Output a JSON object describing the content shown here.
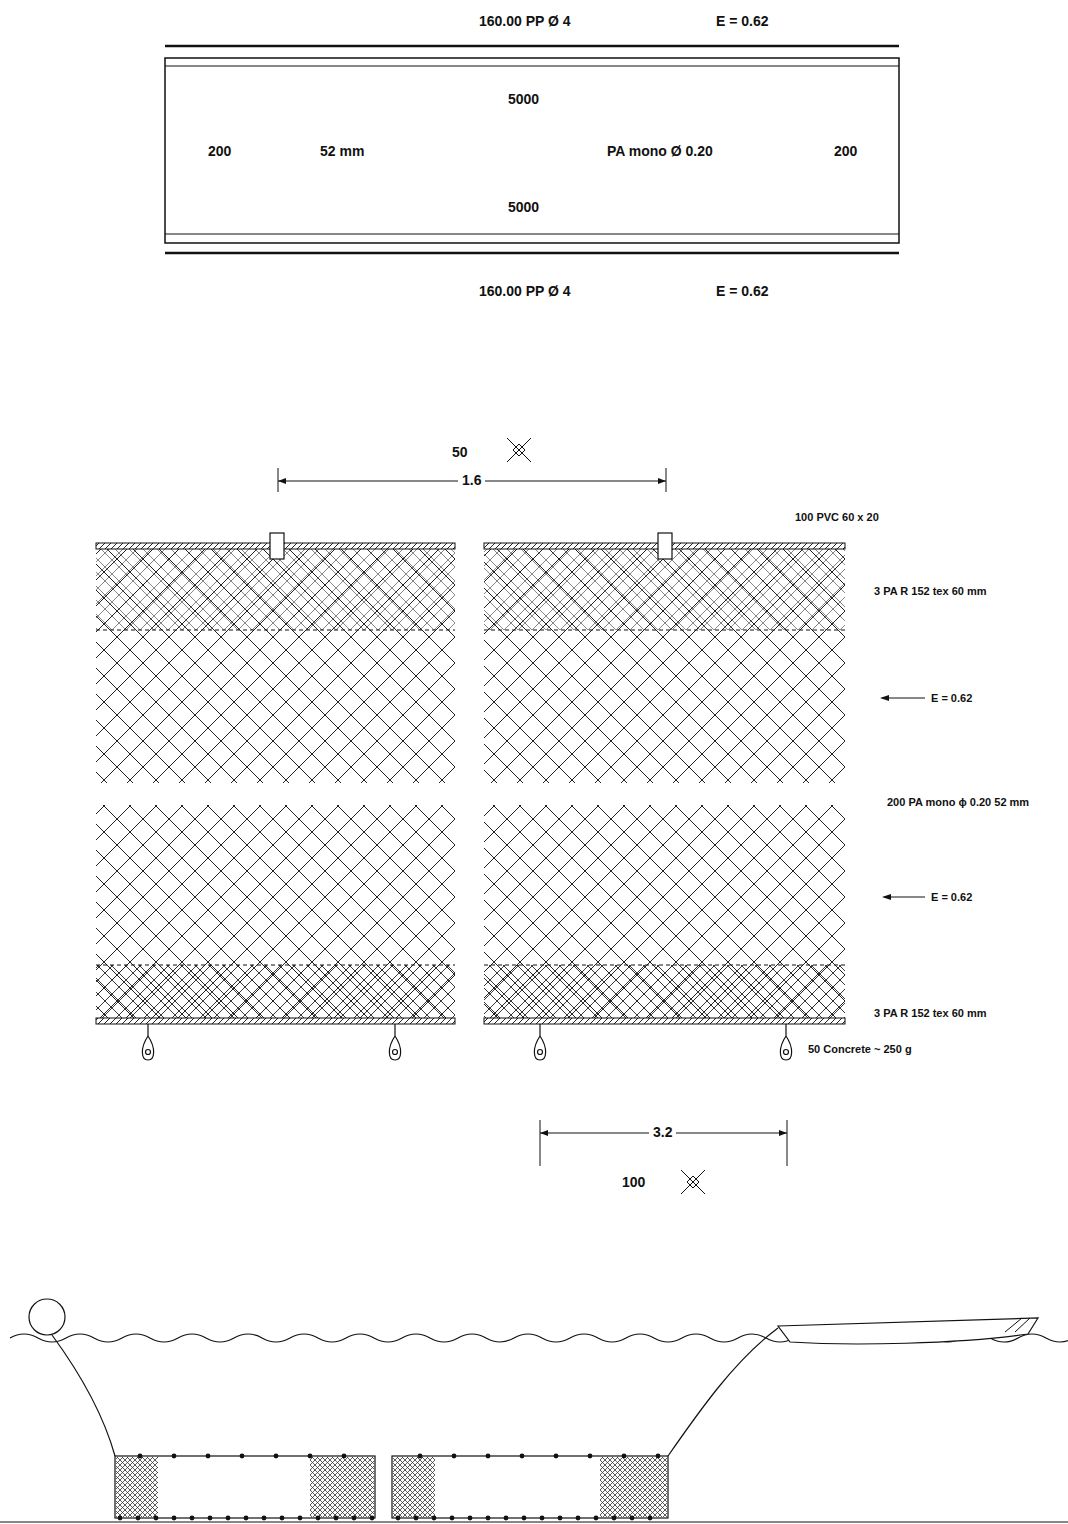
{
  "diagram": {
    "nodes": [
      {
        "text": [
          "5000",
          "200",
          "52 mm",
          "PA mono Ø 0.20",
          "200",
          "5000"
        ]
      }
    ],
    "labels": [
      "160.00 PP Ø 4",
      "E = 0.62",
      "160.00 PP Ø 4",
      "E = 0.62",
      "50",
      "1.6",
      "100 PVC 60 x 20",
      "3 PA R 152 tex 60 mm",
      "E = 0.62",
      "200 PA mono ϕ 0.20 52 mm",
      "E = 0.62",
      "3 PA R 152 tex 60 mm",
      "50 Concrete ~ 250 g",
      "3.2",
      "100"
    ]
  }
}
